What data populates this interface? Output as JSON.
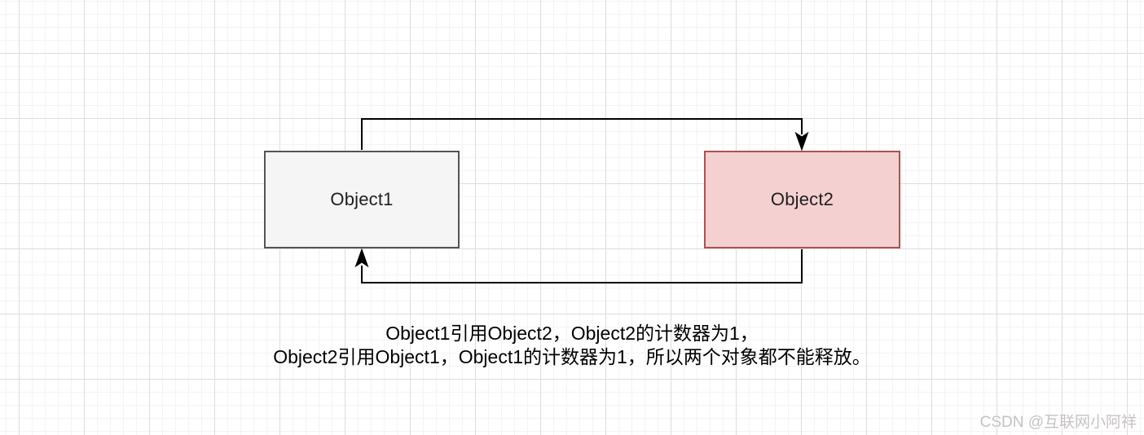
{
  "diagram": {
    "nodes": [
      {
        "id": "object1",
        "label": "Object1",
        "fill": "#f5f5f5",
        "border": "#545454"
      },
      {
        "id": "object2",
        "label": "Object2",
        "fill": "#f5d0d0",
        "border": "#ab5250"
      }
    ],
    "edges": [
      {
        "from": "object1",
        "to": "object2",
        "route": "over-the-top",
        "arrow": "into top of Object2"
      },
      {
        "from": "object2",
        "to": "object1",
        "route": "under-the-bottom",
        "arrow": "into bottom of Object1"
      }
    ],
    "caption": {
      "line1": "Object1引用Object2，Object2的计数器为1，",
      "line2": "Object2引用Object1，Object1的计数器为1，所以两个对象都不能释放。"
    }
  },
  "watermark": {
    "text": "CSDN @互联网小阿祥",
    "color": "#c6c2c2"
  },
  "colors": {
    "edge_stroke": "#000000",
    "grid_minor": "#f5f2f2",
    "grid_major": "#dedcdc",
    "background": "#ffffff"
  }
}
